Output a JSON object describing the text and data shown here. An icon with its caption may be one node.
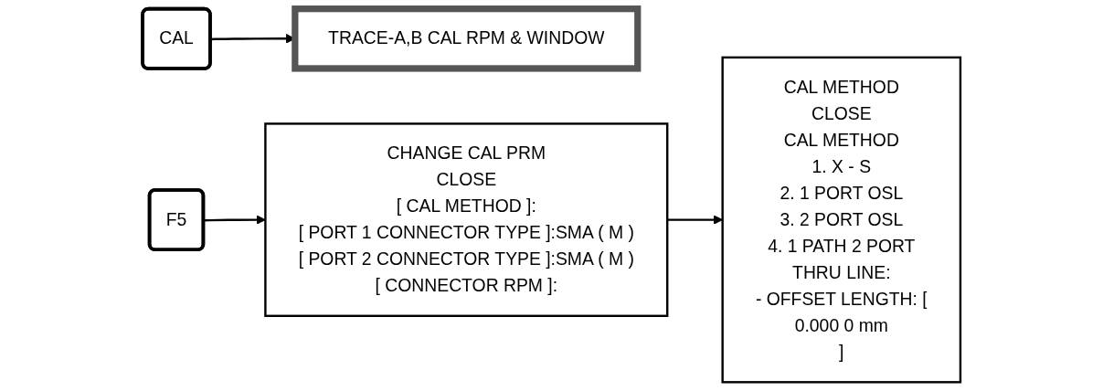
{
  "diagram": {
    "nodes": [
      {
        "text": [
          "CAL"
        ]
      },
      {
        "text": [
          "TRACE-A,B CAL RPM & WINDOW"
        ]
      },
      {
        "text": [
          "F5"
        ]
      },
      {
        "text": [
          "CHANGE CAL PRM",
          "CLOSE",
          "[ CAL METHOD ]:",
          "[ PORT 1 CONNECTOR TYPE ]:SMA ( M )",
          "[ PORT 2 CONNECTOR TYPE ]:SMA ( M )",
          "[ CONNECTOR RPM ]:"
        ]
      },
      {
        "text": [
          "CAL METHOD",
          "CLOSE",
          "CAL METHOD",
          "1. X - S",
          "2. 1 PORT OSL",
          "3. 2 PORT OSL",
          "4. 1 PATH 2 PORT",
          "THRU LINE:",
          "- OFFSET LENGTH: [",
          "0.000 0 mm",
          "]"
        ]
      }
    ],
    "edges": [
      {
        "from": 0,
        "to": 1,
        "arrow": "to"
      },
      {
        "from": 2,
        "to": 3,
        "arrow": "to"
      },
      {
        "from": 3,
        "to": 4,
        "arrow": "to"
      }
    ]
  }
}
